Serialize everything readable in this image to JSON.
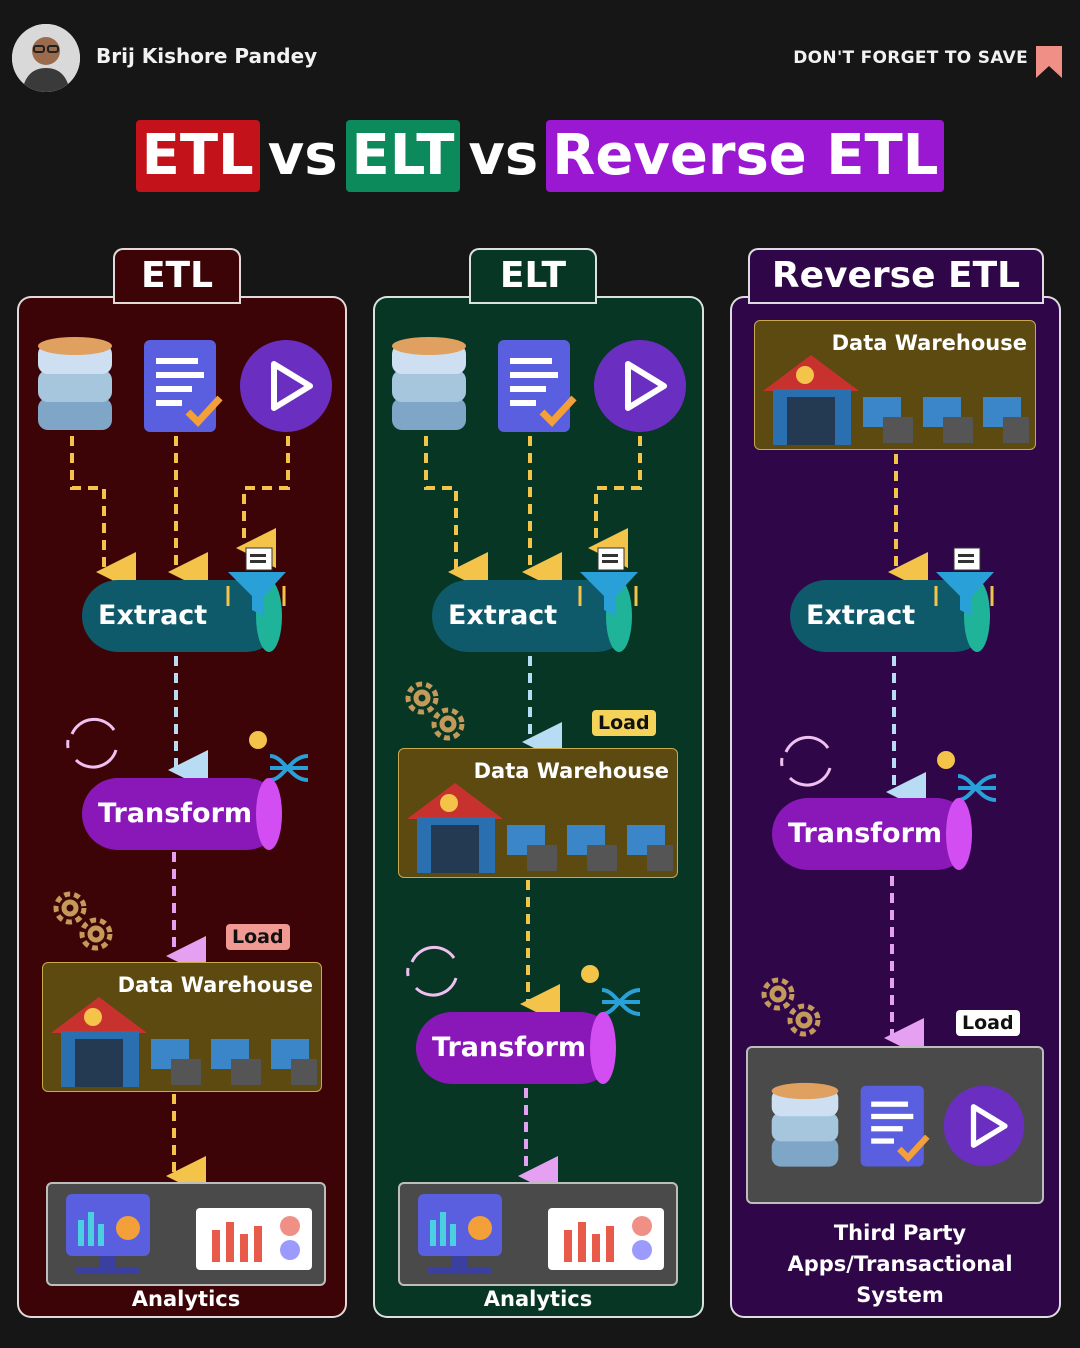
{
  "header": {
    "author": "Brij Kishore Pandey",
    "save_text": "DON'T FORGET TO SAVE"
  },
  "title": {
    "part1": "ETL",
    "vs1": "vs",
    "part2": "ELT",
    "vs2": "vs",
    "part3": "Reverse ETL"
  },
  "columns": {
    "etl": {
      "tab": "ETL",
      "extract": "Extract",
      "transform": "Transform",
      "load": "Load",
      "warehouse": "Data Warehouse",
      "bottom": "Analytics"
    },
    "elt": {
      "tab": "ELT",
      "extract": "Extract",
      "load": "Load",
      "warehouse": "Data Warehouse",
      "transform": "Transform",
      "bottom": "Analytics"
    },
    "reverse": {
      "tab": "Reverse ETL",
      "warehouse": "Data Warehouse",
      "extract": "Extract",
      "transform": "Transform",
      "load": "Load",
      "bottom_line1": "Third Party",
      "bottom_line2": "Apps/Transactional",
      "bottom_line3": "System"
    }
  },
  "colors": {
    "etl": "#c4121b",
    "elt": "#0c8a5c",
    "reverse": "#9b18d2",
    "arrow_yellow": "#f3c34a",
    "arrow_blue": "#b9dcf5",
    "arrow_pink": "#e6a0f2",
    "load_etl": "#f19a93",
    "load_elt": "#f3d35a",
    "load_rev": "#ffffff"
  },
  "icons": [
    "database-icon",
    "document-check-icon",
    "play-icon",
    "funnel-icon",
    "refresh-icon",
    "gears-icon",
    "shuffle-icon",
    "warehouse-icon",
    "analytics-icon",
    "bookmark-icon"
  ]
}
